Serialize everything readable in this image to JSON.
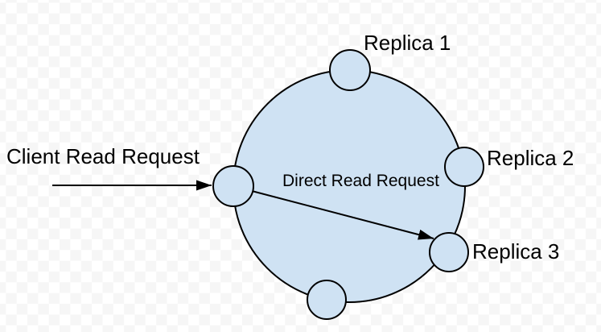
{
  "diagram": {
    "labels": {
      "client_arrow": "Client Read Request",
      "direct_arrow": "Direct Read Request",
      "replica_1": "Replica 1",
      "replica_2": "Replica 2",
      "replica_3": "Replica 3"
    },
    "colors": {
      "shape_fill": "#cfe2f3",
      "shape_stroke": "#000000",
      "arrow_color": "#000000",
      "text_color": "#000000",
      "checker_color": "#f6f6f6"
    }
  }
}
